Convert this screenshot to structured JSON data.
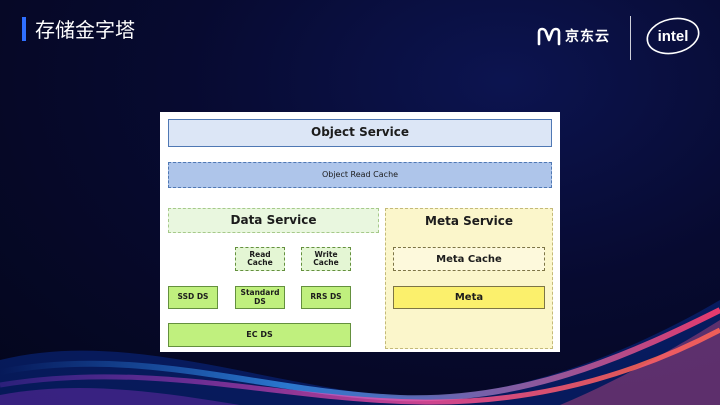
{
  "header": {
    "title": "存储金字塔"
  },
  "brands": {
    "jd_text": "京东云",
    "intel_text": "intel"
  },
  "diagram": {
    "object_service": "Object Service",
    "object_read_cache": "Object Read Cache",
    "data_service": "Data Service",
    "meta_service": "Meta Service",
    "read_cache": "Read\nCache",
    "write_cache": "Write\nCache",
    "meta_cache": "Meta Cache",
    "ssd_ds": "SSD DS",
    "standard_ds": "Standard\nDS",
    "rrs_ds": "RRS DS",
    "meta": "Meta",
    "ec_ds": "EC DS"
  },
  "colors": {
    "accent": "#2f6fff",
    "object_service_fill": "#dce6f6",
    "object_cache_fill": "#aec5ea",
    "data_green": "#c0f07e",
    "meta_yellow": "#fbf06c",
    "meta_panel": "#fbf6cb"
  }
}
